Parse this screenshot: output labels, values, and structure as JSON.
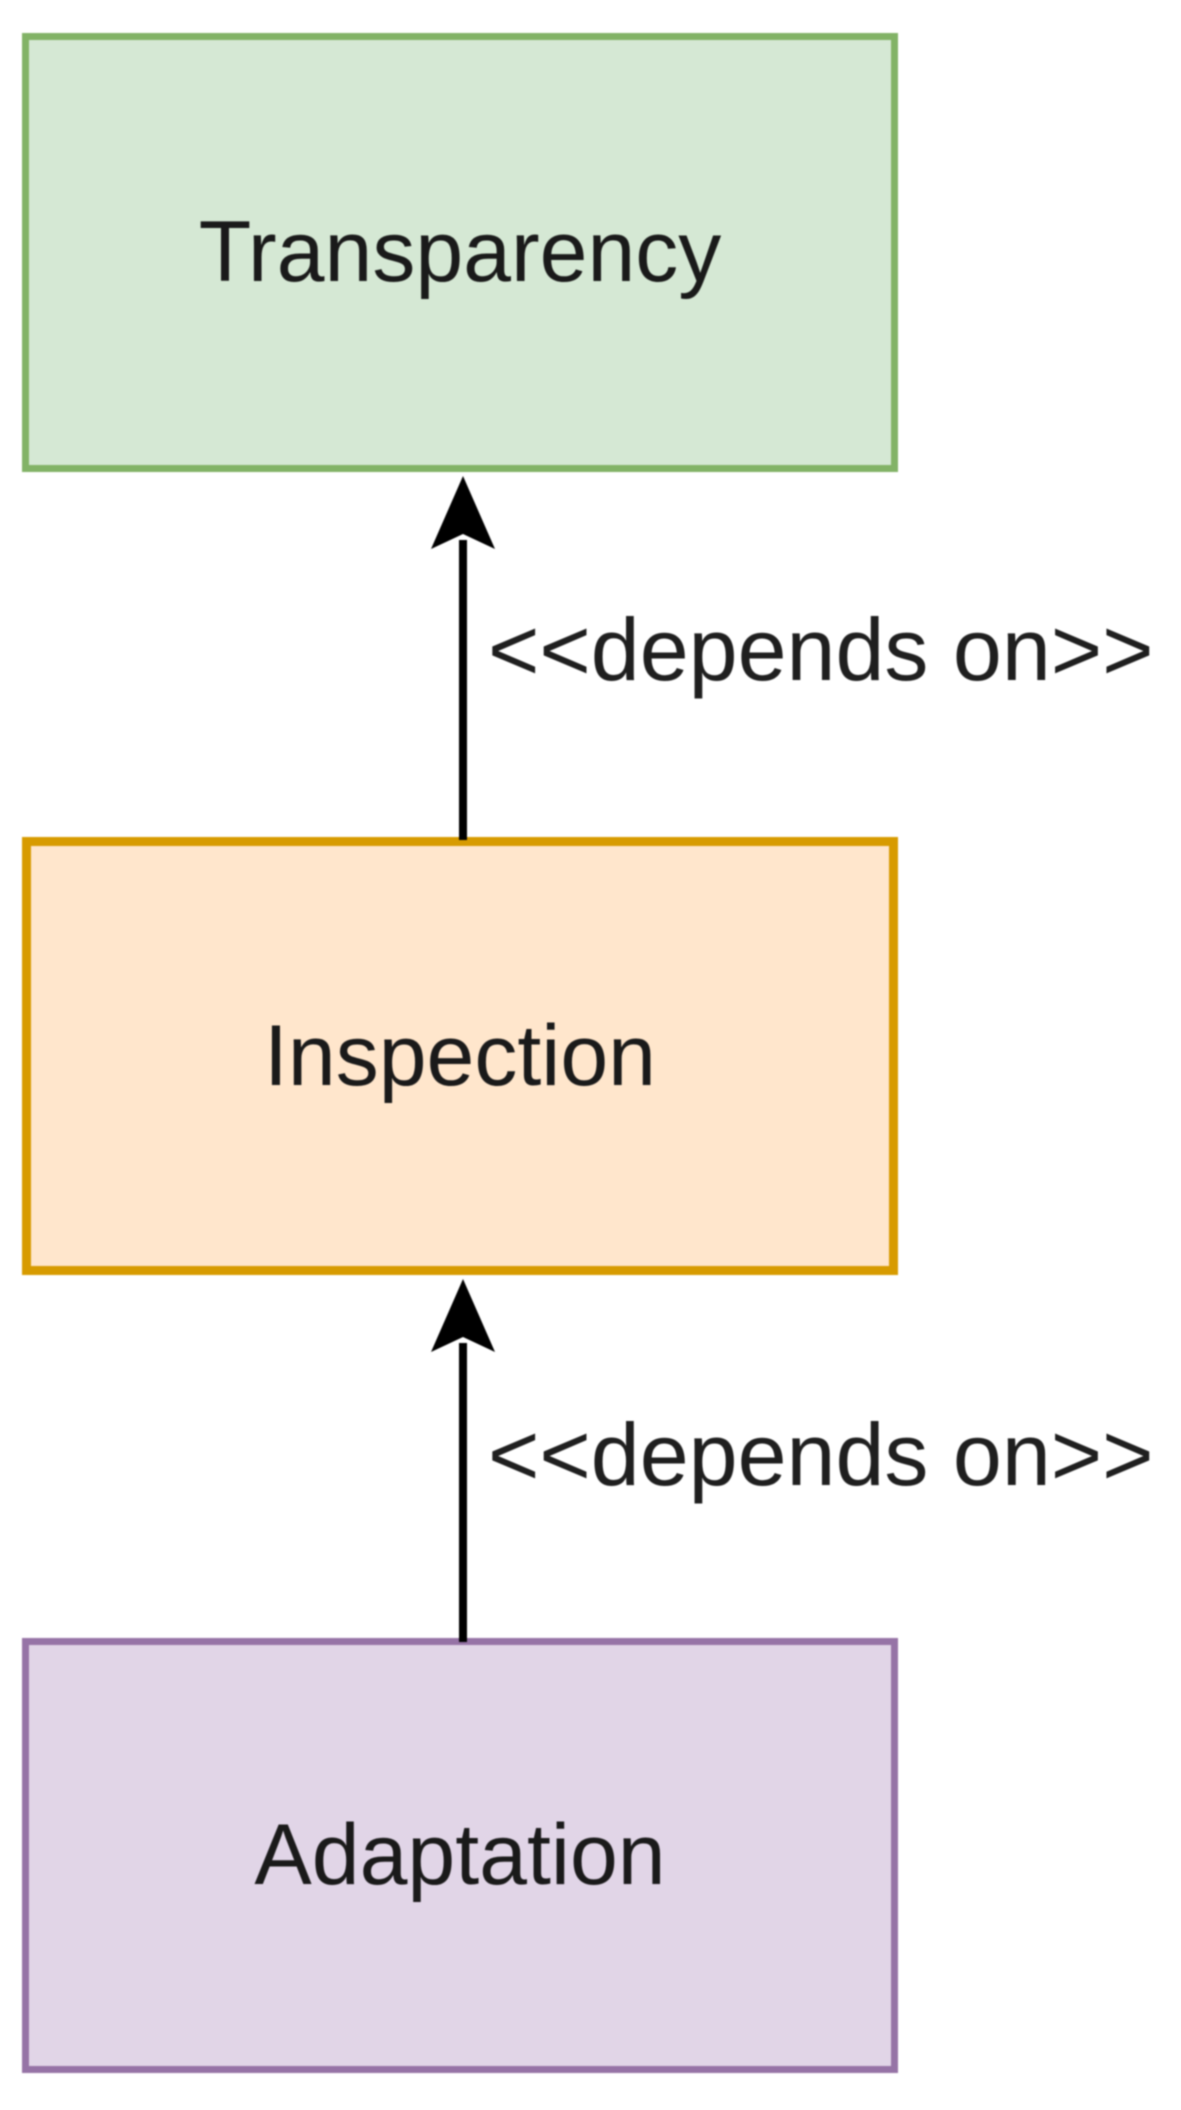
{
  "diagram": {
    "background": "#ffffff",
    "arrow_color": "#000000",
    "text_color": "#1f1f1f",
    "nodes": [
      {
        "id": "transparency",
        "label": "Transparency",
        "fill": "#d5e8d4",
        "border": "#82b366"
      },
      {
        "id": "inspection",
        "label": "Inspection",
        "fill": "#ffe6cc",
        "border": "#d79b00"
      },
      {
        "id": "adaptation",
        "label": "Adaptation",
        "fill": "#e1d5e7",
        "border": "#9673a6"
      }
    ],
    "edges": [
      {
        "from": "inspection",
        "to": "transparency",
        "label": "<<depends on>>"
      },
      {
        "from": "adaptation",
        "to": "inspection",
        "label": "<<depends on>>"
      }
    ]
  }
}
